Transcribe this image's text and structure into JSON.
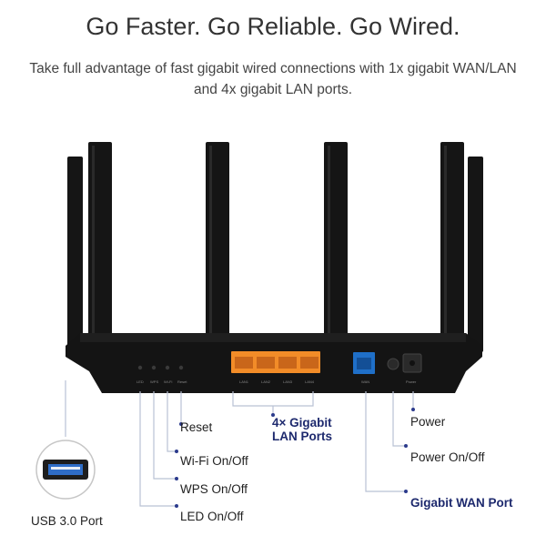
{
  "header": {
    "title": "Go Faster. Go Reliable. Go Wired.",
    "subtitle": "Take full advantage of fast gigabit wired connections with 1x gigabit WAN/LAN and 4x gigabit LAN ports."
  },
  "device": {
    "panel_labels": [
      "LED",
      "WPS",
      "Wi-Fi",
      "Reset",
      "LAN1",
      "LAN2",
      "LAN3",
      "LAN4",
      "WAN",
      "Power"
    ],
    "lan_port_color": "#f28c28",
    "wan_port_color": "#1f6fc8",
    "body_color": "#141414"
  },
  "callouts": {
    "reset": "Reset",
    "wifi": "Wi-Fi On/Off",
    "wps": "WPS On/Off",
    "led": "LED On/Off",
    "lan_ports_line1": "4× Gigabit",
    "lan_ports_line2": "LAN Ports",
    "power": "Power",
    "power_onoff": "Power On/Off",
    "wan_port": "Gigabit WAN Port",
    "usb": "USB 3.0 Port"
  },
  "colors": {
    "callout_line": "#b9c2d4",
    "callout_dot": "#2b3a8c",
    "emphasis_text": "#1e2a6e"
  }
}
